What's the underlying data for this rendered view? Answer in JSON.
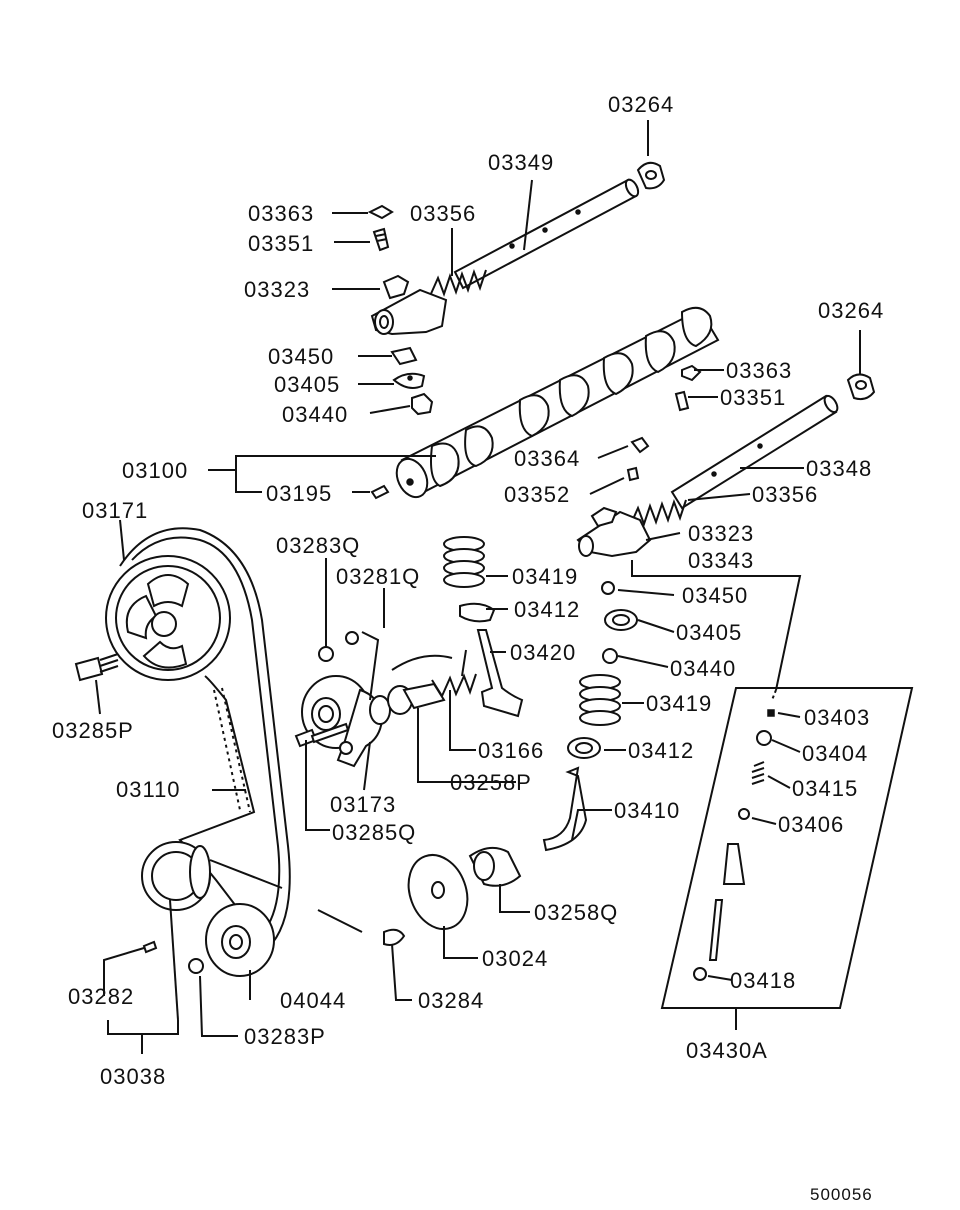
{
  "diagram_code": "500056",
  "parts": {
    "p03264_a": "03264",
    "p03349": "03349",
    "p03363_a": "03363",
    "p03356_a": "03356",
    "p03351_a": "03351",
    "p03323_a": "03323",
    "p03264_b": "03264",
    "p03450_a": "03450",
    "p03405_a": "03405",
    "p03363_b": "03363",
    "p03440_a": "03440",
    "p03351_b": "03351",
    "p03100": "03100",
    "p03364": "03364",
    "p03348": "03348",
    "p03195": "03195",
    "p03352": "03352",
    "p03356_b": "03356",
    "p03171": "03171",
    "p03323_b": "03323",
    "p03283Q": "03283Q",
    "p03343": "03343",
    "p03281Q": "03281Q",
    "p03419_a": "03419",
    "p03450_b": "03450",
    "p03412_a": "03412",
    "p03405_b": "03405",
    "p03420": "03420",
    "p03440_b": "03440",
    "p03285P": "03285P",
    "p03419_b": "03419",
    "p03403": "03403",
    "p03166": "03166",
    "p03412_b": "03412",
    "p03404": "03404",
    "p03258P": "03258P",
    "p03110": "03110",
    "p03415": "03415",
    "p03173": "03173",
    "p03410": "03410",
    "p03406": "03406",
    "p03285Q": "03285Q",
    "p03258Q": "03258Q",
    "p03024": "03024",
    "p03418": "03418",
    "p03282": "03282",
    "p04044": "04044",
    "p03284": "03284",
    "p03283P": "03283P",
    "p03430A": "03430A",
    "p03038": "03038"
  }
}
